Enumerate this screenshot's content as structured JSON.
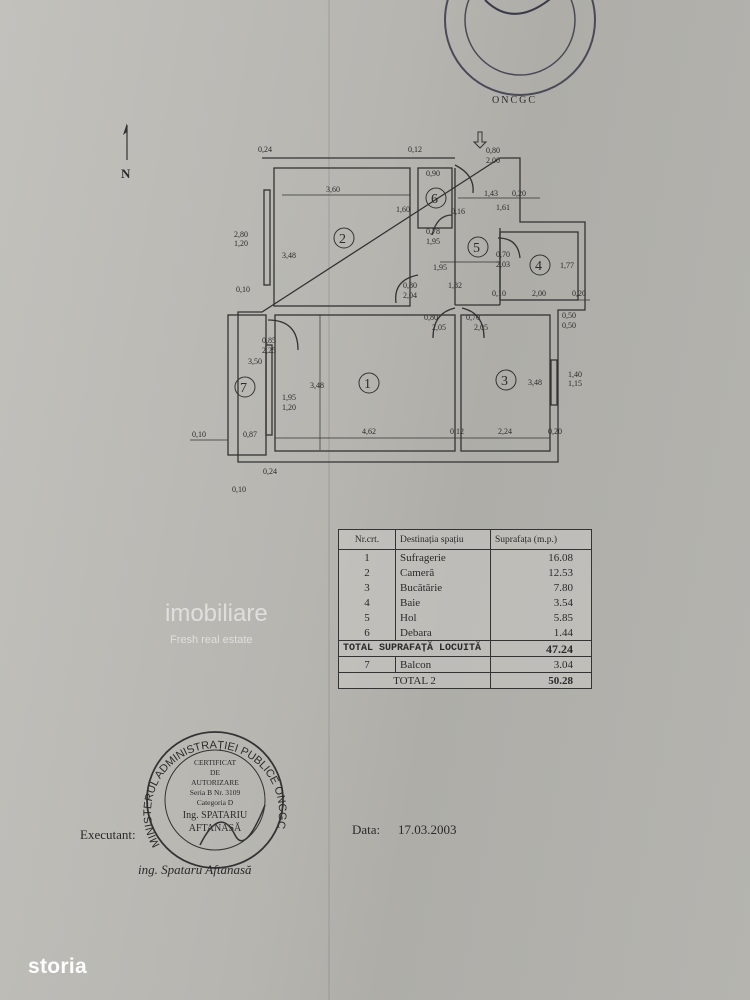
{
  "north_label": "N",
  "stamp_top": {
    "text": "ONCGC"
  },
  "rooms": [
    {
      "no": "1"
    },
    {
      "no": "2"
    },
    {
      "no": "3"
    },
    {
      "no": "4"
    },
    {
      "no": "5"
    },
    {
      "no": "6"
    },
    {
      "no": "7"
    }
  ],
  "dimensions": [
    "0,24",
    "0,12",
    "3,60",
    "1,60",
    "2,80",
    "1,20",
    "3,48",
    "0,90",
    "0,80",
    "2,00",
    "1,43",
    "0,20",
    "1,61",
    "0,16",
    "0,78",
    "1,95",
    "1,95",
    "0,70",
    "2,03",
    "1,77",
    "0,80",
    "2,04",
    "1,82",
    "0,10",
    "2,00",
    "0,20",
    "0,80",
    "2,05",
    "0,70",
    "2,05",
    "0,10",
    "0,50",
    "0,50",
    "0,85",
    "2,25",
    "3,50",
    "1,95",
    "1,20",
    "3,48",
    "1,40",
    "1,15",
    "3,48",
    "0,10",
    "0,87",
    "4,62",
    "0,12",
    "2,24",
    "0,20",
    "0,24",
    "0,10"
  ],
  "table": {
    "headers": [
      "Nr.crt.",
      "Destinația spațiu",
      "Suprafața (m.p.)"
    ],
    "rows": [
      {
        "no": "1",
        "name": "Sufragerie",
        "area": "16.08"
      },
      {
        "no": "2",
        "name": "Cameră",
        "area": "12.53"
      },
      {
        "no": "3",
        "name": "Bucătărie",
        "area": "7.80"
      },
      {
        "no": "4",
        "name": "Baie",
        "area": "3.54"
      },
      {
        "no": "5",
        "name": "Hol",
        "area": "5.85"
      },
      {
        "no": "6",
        "name": "Debara",
        "area": "1.44"
      }
    ],
    "total_label": "TOTAL SUPRAFAȚĂ LOCUITĂ",
    "total_value": "47.24",
    "balcony": {
      "no": "7",
      "name": "Balcon",
      "area": "3.04"
    },
    "total2_label": "TOTAL 2",
    "total2_value": "50.28"
  },
  "stamp": {
    "ring": "MINISTERUL ADMINISTRAȚIEI PUBLICE ONCGC",
    "center": [
      "CERTIFICAT",
      "DE",
      "AUTORIZARE",
      "Seria B Nr. 3109",
      "Categoria D",
      "Ing. SPATARIU",
      "AFTANASĂ"
    ]
  },
  "executant_label": "Executant:",
  "executant_name": "ing. Spataru Aftanasă",
  "date_label": "Data:",
  "date_value": "17.03.2003",
  "watermark": {
    "brand": "imobiliare",
    "tagline": "Fresh real estate"
  },
  "logo": "storia"
}
